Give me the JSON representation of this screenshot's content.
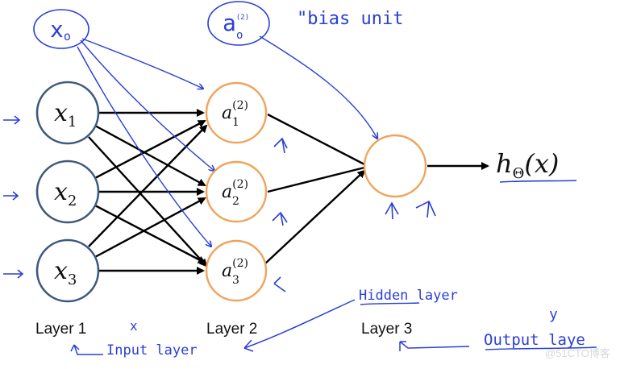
{
  "nodes": {
    "input": [
      {
        "base": "x",
        "sub": "1"
      },
      {
        "base": "x",
        "sub": "2"
      },
      {
        "base": "x",
        "sub": "3"
      }
    ],
    "hidden": [
      {
        "base": "a",
        "sub": "1",
        "sup": "(2)"
      },
      {
        "base": "a",
        "sub": "2",
        "sup": "(2)"
      },
      {
        "base": "a",
        "sub": "3",
        "sup": "(2)"
      }
    ],
    "output_text": "h",
    "output_sub": "Θ",
    "output_arg": "(x)"
  },
  "layer_labels": [
    "Layer 1",
    "Layer 2",
    "Layer 3"
  ],
  "annotations": {
    "bias_x": {
      "base": "x",
      "sub": "o"
    },
    "bias_a": {
      "base": "a",
      "sub": "o",
      "sup": "(2)"
    },
    "bias_unit": "\"bias unit",
    "hidden_layer": "Hidden layer",
    "input_layer": "Input layer",
    "output_layer": "Output laye",
    "stray_x": "x",
    "stray_y": "y"
  },
  "watermark": "@51CTO博客",
  "colors": {
    "input_node": "#3e5a7e",
    "hidden_node": "#f0a35a",
    "ink": "#2a3fd6",
    "edge": "#000000"
  }
}
